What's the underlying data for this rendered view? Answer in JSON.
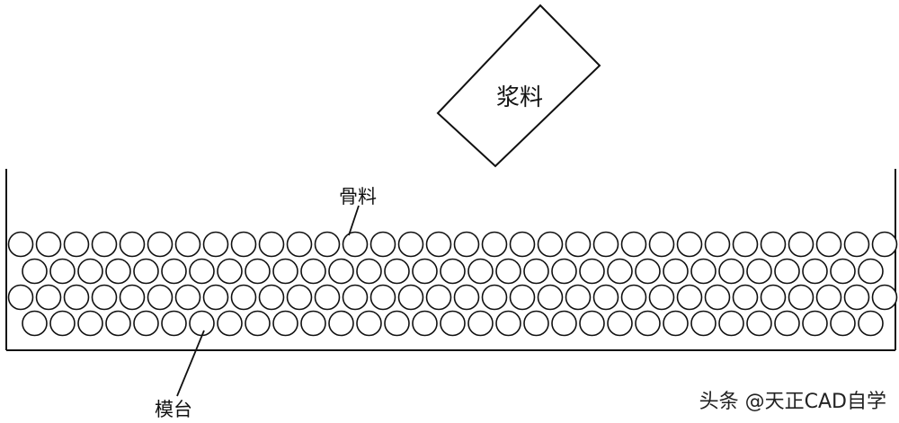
{
  "labels": {
    "slurry": "浆料",
    "aggregate": "骨料",
    "mould": "模台"
  },
  "watermark": "头条 @天正CAD自学",
  "colors": {
    "line": "#111111",
    "background": "#ffffff"
  },
  "aggregate_layers": 4
}
